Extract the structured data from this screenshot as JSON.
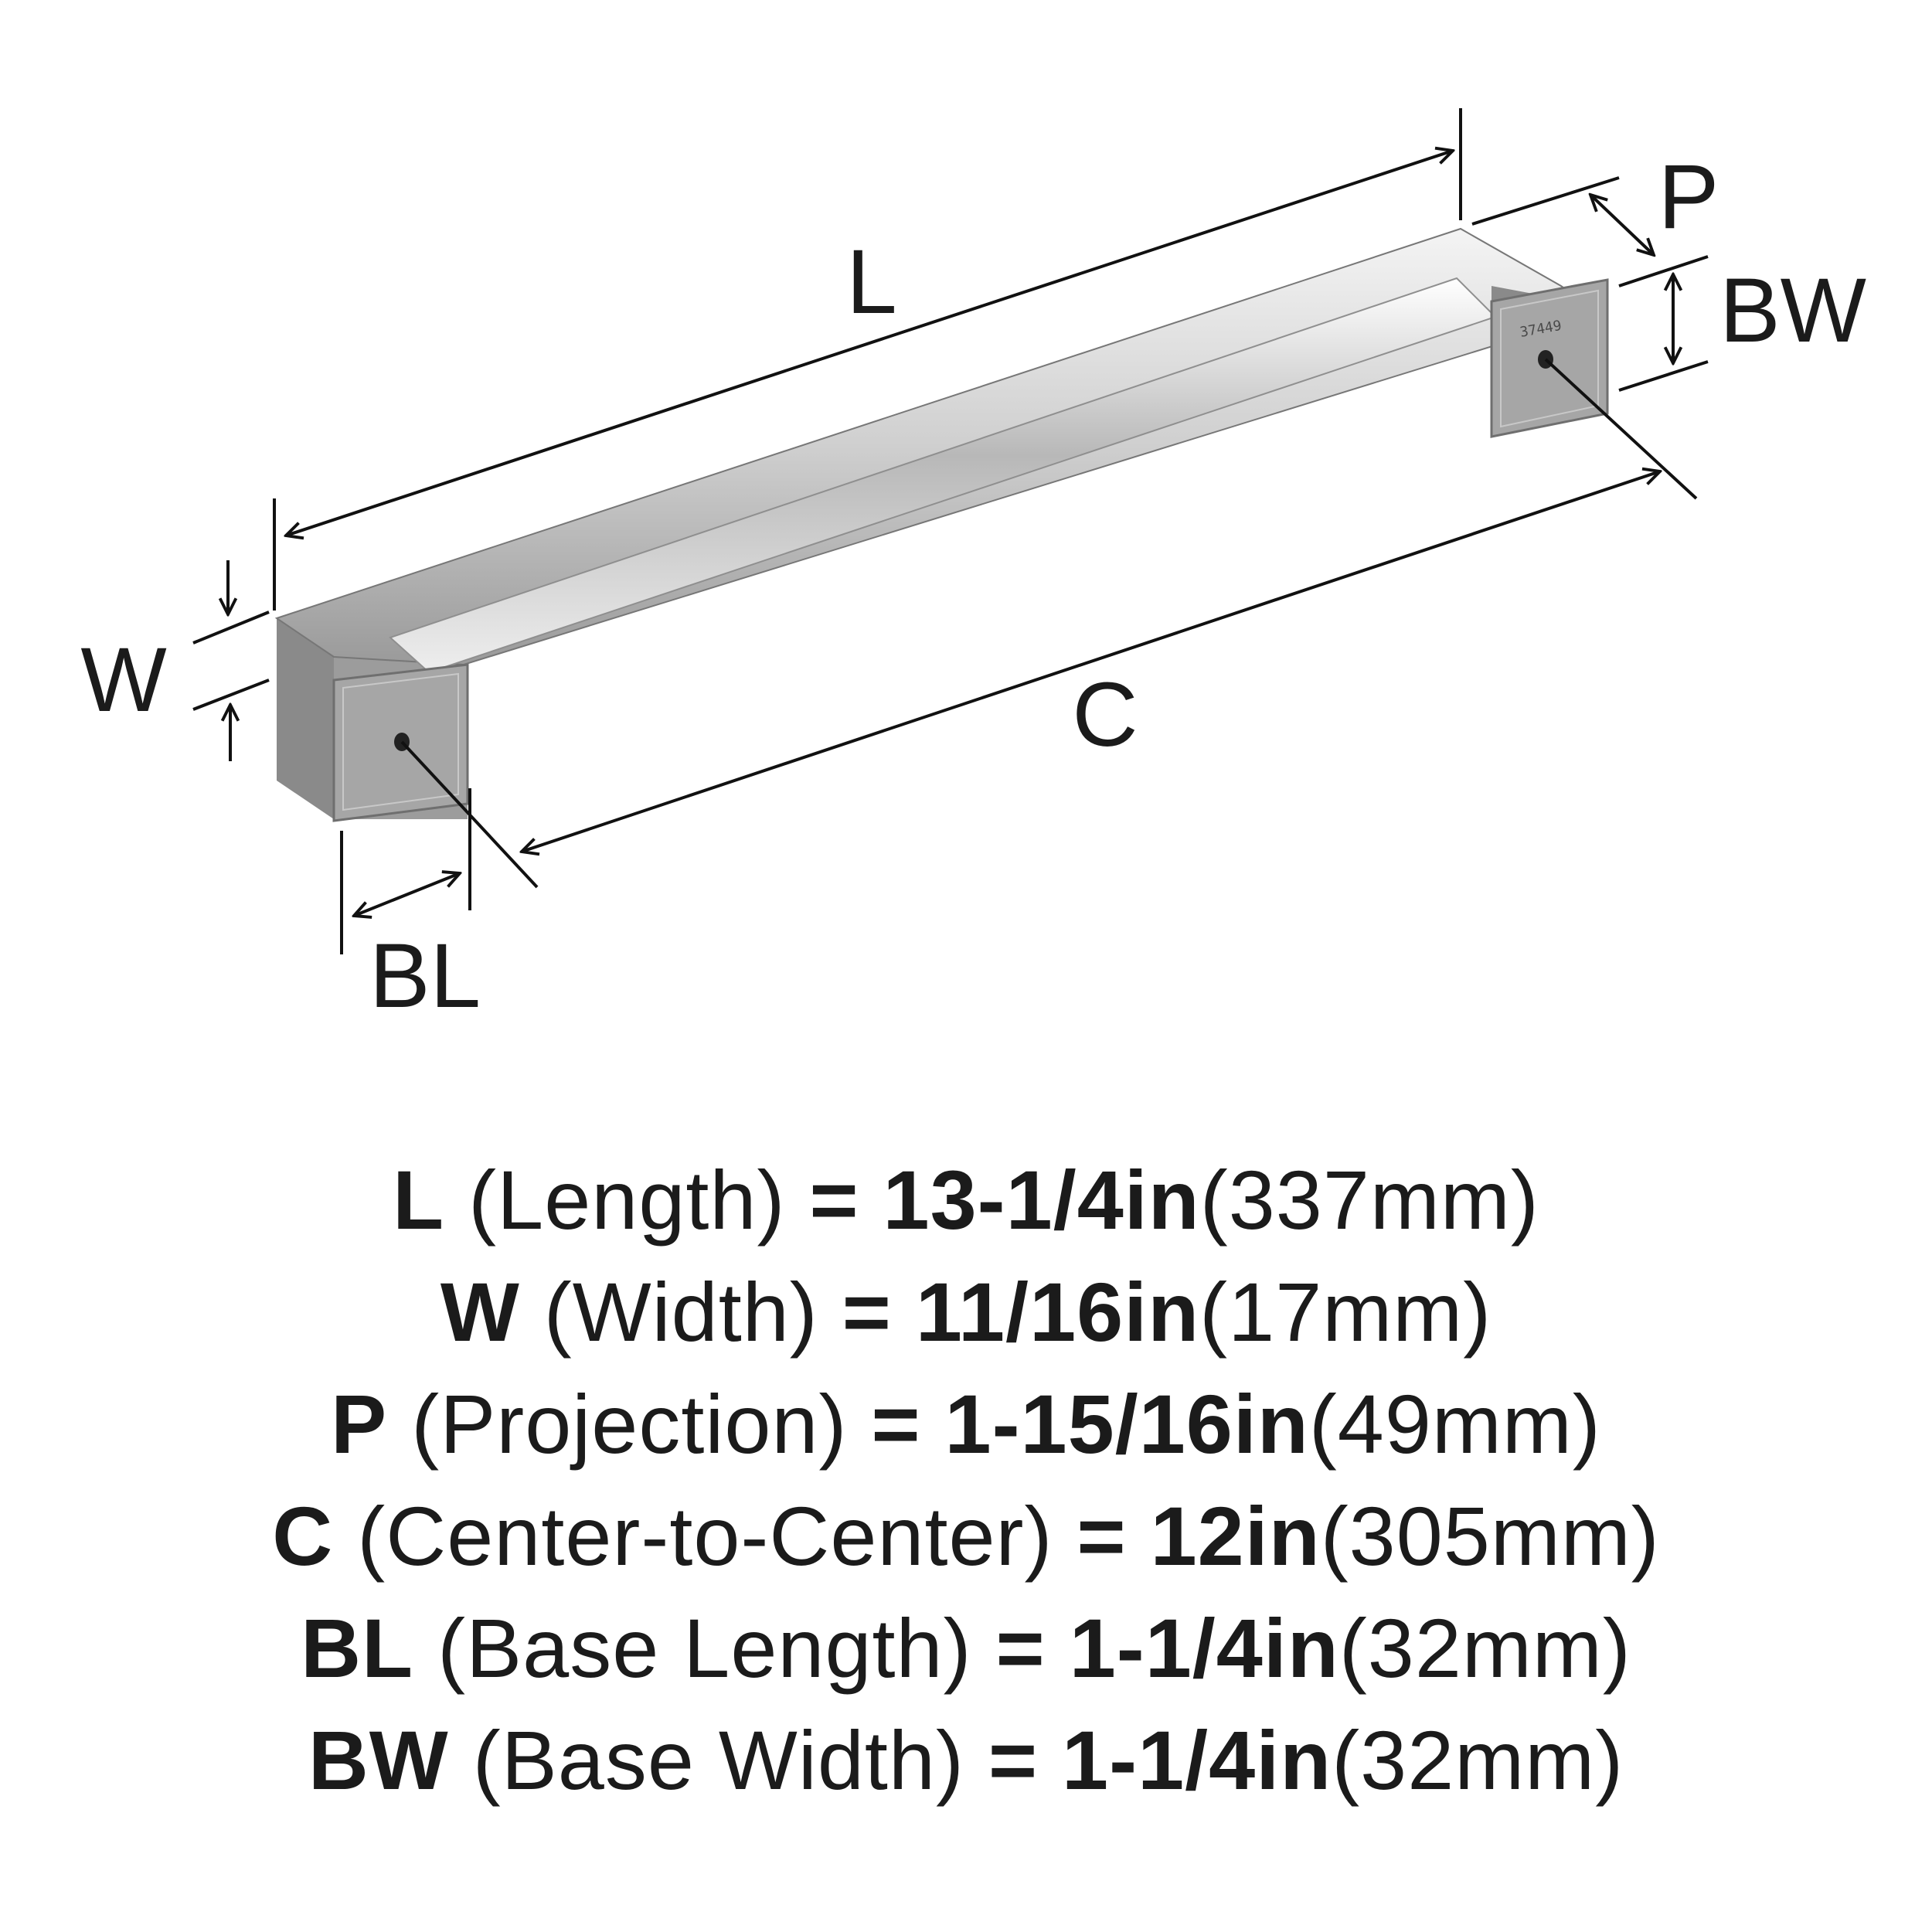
{
  "diagram": {
    "labels": {
      "L": "L",
      "W": "W",
      "P": "P",
      "BW": "BW",
      "C": "C",
      "BL": "BL"
    },
    "part_number": "37449",
    "colors": {
      "line": "#111111",
      "handle_light": "#e4e4e4",
      "handle_mid": "#b9b9b9",
      "handle_dark": "#7d7d7d",
      "base": "#a8a8a8"
    }
  },
  "specs": [
    {
      "abbr": "L",
      "name": "(Length)",
      "eq": "=",
      "imperial": "13-1/4in",
      "metric": "(337mm)"
    },
    {
      "abbr": "W",
      "name": "(Width)",
      "eq": "=",
      "imperial": "11/16in",
      "metric": "(17mm)"
    },
    {
      "abbr": "P",
      "name": "(Projection)",
      "eq": "=",
      "imperial": "1-15/16in",
      "metric": "(49mm)"
    },
    {
      "abbr": "C",
      "name": "(Center-to-Center)",
      "eq": "=",
      "imperial": "12in",
      "metric": "(305mm)"
    },
    {
      "abbr": "BL",
      "name": "(Base Length)",
      "eq": "=",
      "imperial": "1-1/4in",
      "metric": "(32mm)"
    },
    {
      "abbr": "BW",
      "name": "(Base Width)",
      "eq": "=",
      "imperial": "1-1/4in",
      "metric": "(32mm)"
    }
  ]
}
